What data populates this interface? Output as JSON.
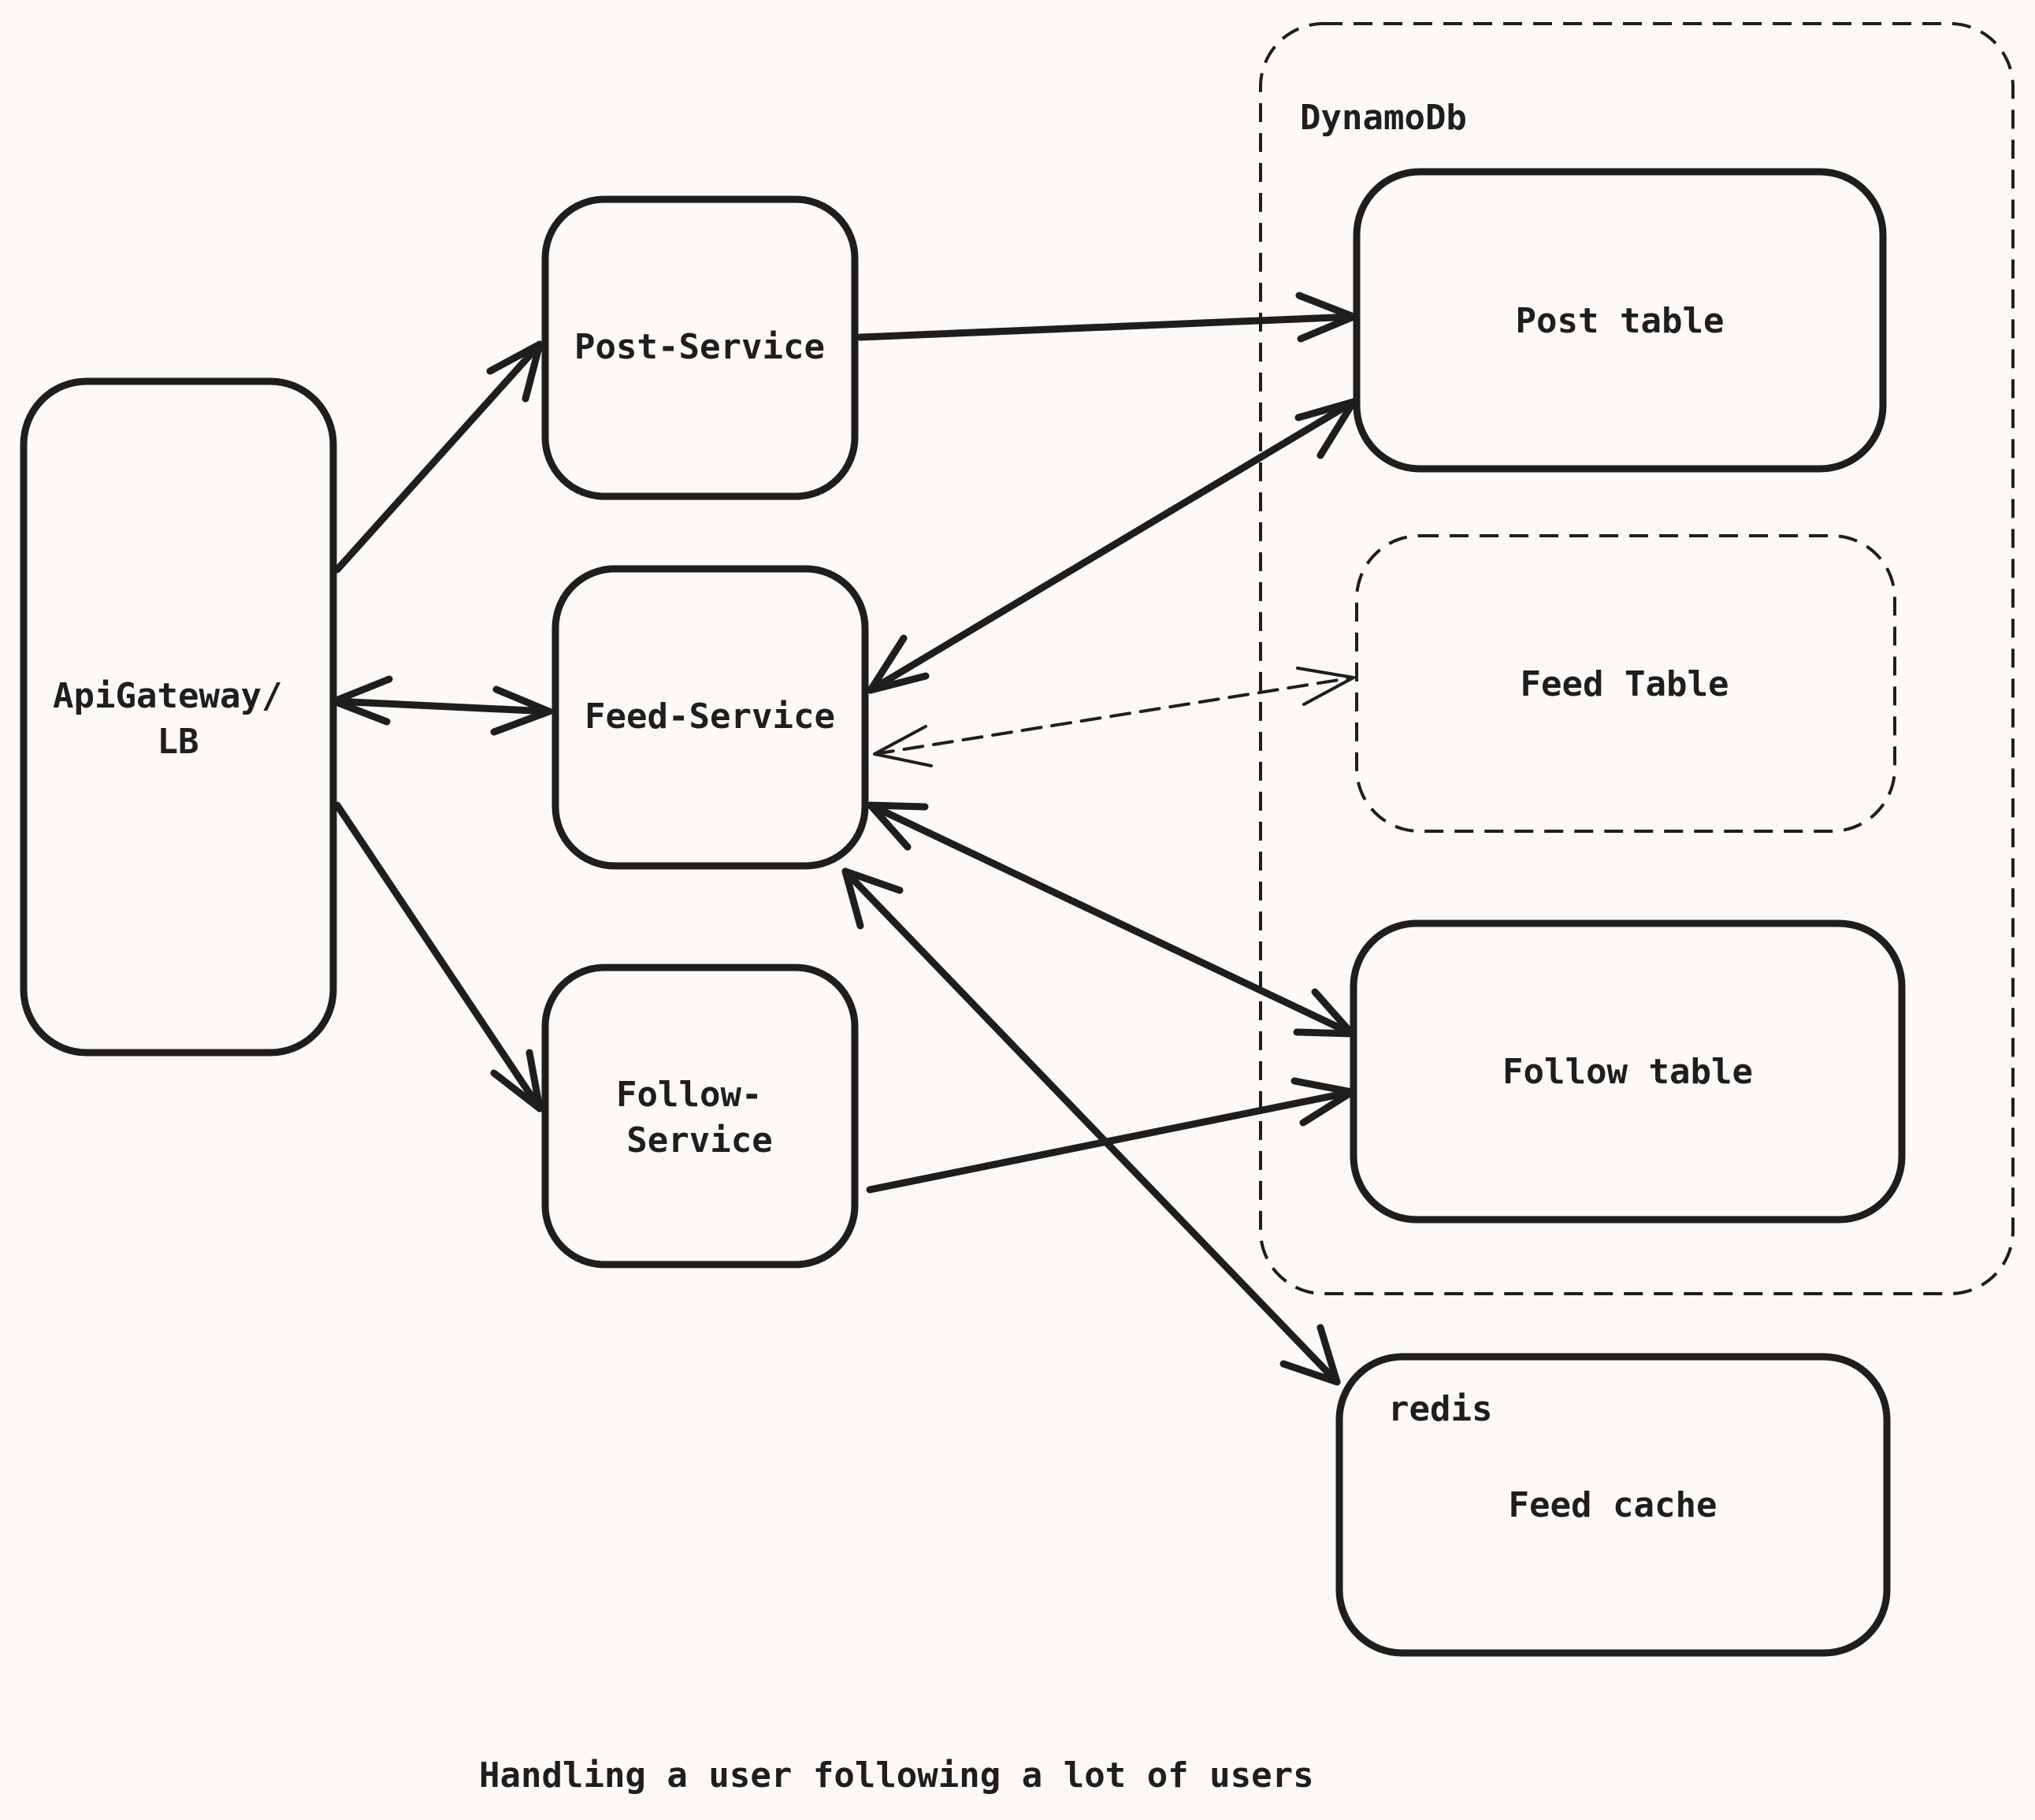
{
  "nodes": {
    "api_gateway": {
      "lines": [
        "ApiGateway/",
        "LB"
      ]
    },
    "post_service": {
      "lines": [
        "Post-Service"
      ]
    },
    "feed_service": {
      "lines": [
        "Feed-Service"
      ]
    },
    "follow_service": {
      "lines": [
        "Follow-",
        "Service"
      ]
    },
    "post_table": {
      "lines": [
        "Post table"
      ]
    },
    "feed_table": {
      "lines": [
        "Feed Table"
      ]
    },
    "follow_table": {
      "lines": [
        "Follow table"
      ]
    },
    "feed_cache": {
      "lines": [
        "Feed cache"
      ]
    }
  },
  "groups": {
    "dynamodb": {
      "label": "DynamoDb"
    },
    "redis": {
      "label": "redis"
    }
  },
  "caption": "Handling a user following a lot of users",
  "edges": [
    {
      "from": "api_gateway",
      "to": "post_service",
      "style": "solid",
      "heads": "end"
    },
    {
      "from": "api_gateway",
      "to": "feed_service",
      "style": "solid",
      "heads": "both"
    },
    {
      "from": "api_gateway",
      "to": "follow_service",
      "style": "solid",
      "heads": "end"
    },
    {
      "from": "post_service",
      "to": "post_table",
      "style": "solid",
      "heads": "end"
    },
    {
      "from": "feed_service",
      "to": "post_table",
      "style": "solid",
      "heads": "both"
    },
    {
      "from": "feed_service",
      "to": "feed_table",
      "style": "dashed",
      "heads": "both"
    },
    {
      "from": "feed_service",
      "to": "follow_table",
      "style": "solid",
      "heads": "both"
    },
    {
      "from": "feed_service",
      "to": "feed_cache",
      "style": "solid",
      "heads": "both"
    },
    {
      "from": "follow_service",
      "to": "follow_table",
      "style": "solid",
      "heads": "end"
    }
  ]
}
